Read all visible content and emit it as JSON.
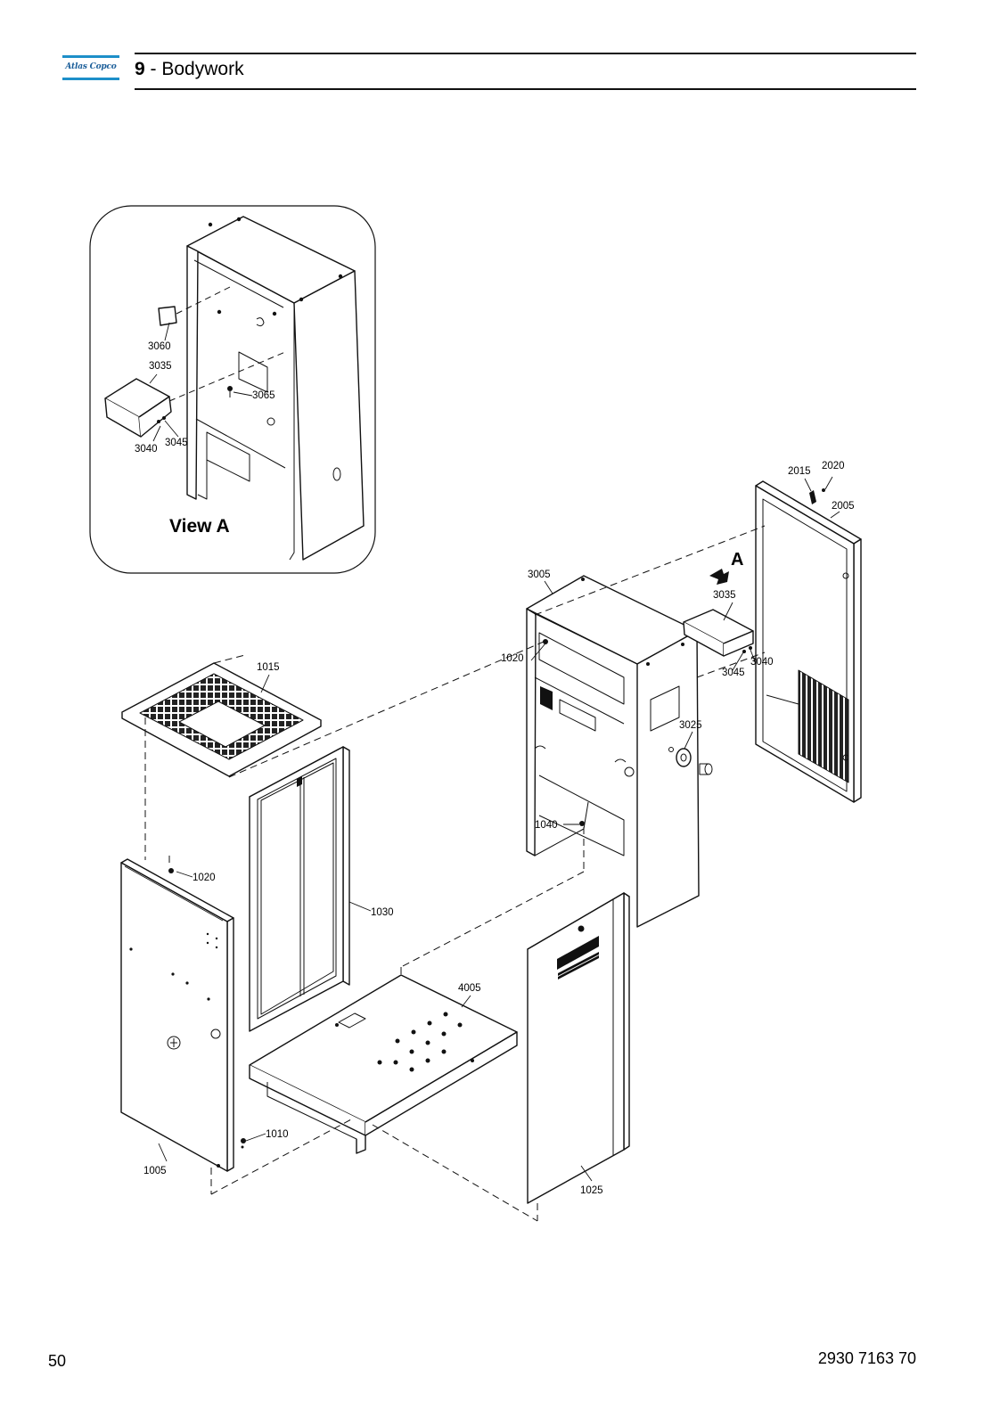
{
  "logo": {
    "text": "Atlas Copco"
  },
  "header": {
    "section_number": "9",
    "separator": " - ",
    "title": "Bodywork"
  },
  "inset": {
    "label": "View A"
  },
  "arrow_label": "A",
  "callouts": {
    "c3060": "3060",
    "c3035a": "3035",
    "c3065": "3065",
    "c3040a": "3040",
    "c3045a": "3045",
    "c2015": "2015",
    "c2020": "2020",
    "c2005": "2005",
    "c3005": "3005",
    "c3035b": "3035",
    "c1020a": "1020",
    "c3040b": "3040",
    "c3045b": "3045",
    "c3025": "3025",
    "c1015": "1015",
    "c1040": "1040",
    "c1020b": "1020",
    "c1030": "1030",
    "c4005": "4005",
    "c1010": "1010",
    "c1005": "1005",
    "c1025": "1025"
  },
  "footer": {
    "page_number": "50",
    "document_number": "2930 7163 70"
  },
  "colors": {
    "brand_blue": "#1d8fc9",
    "brand_text": "#1b5e99",
    "line": "#111111"
  }
}
